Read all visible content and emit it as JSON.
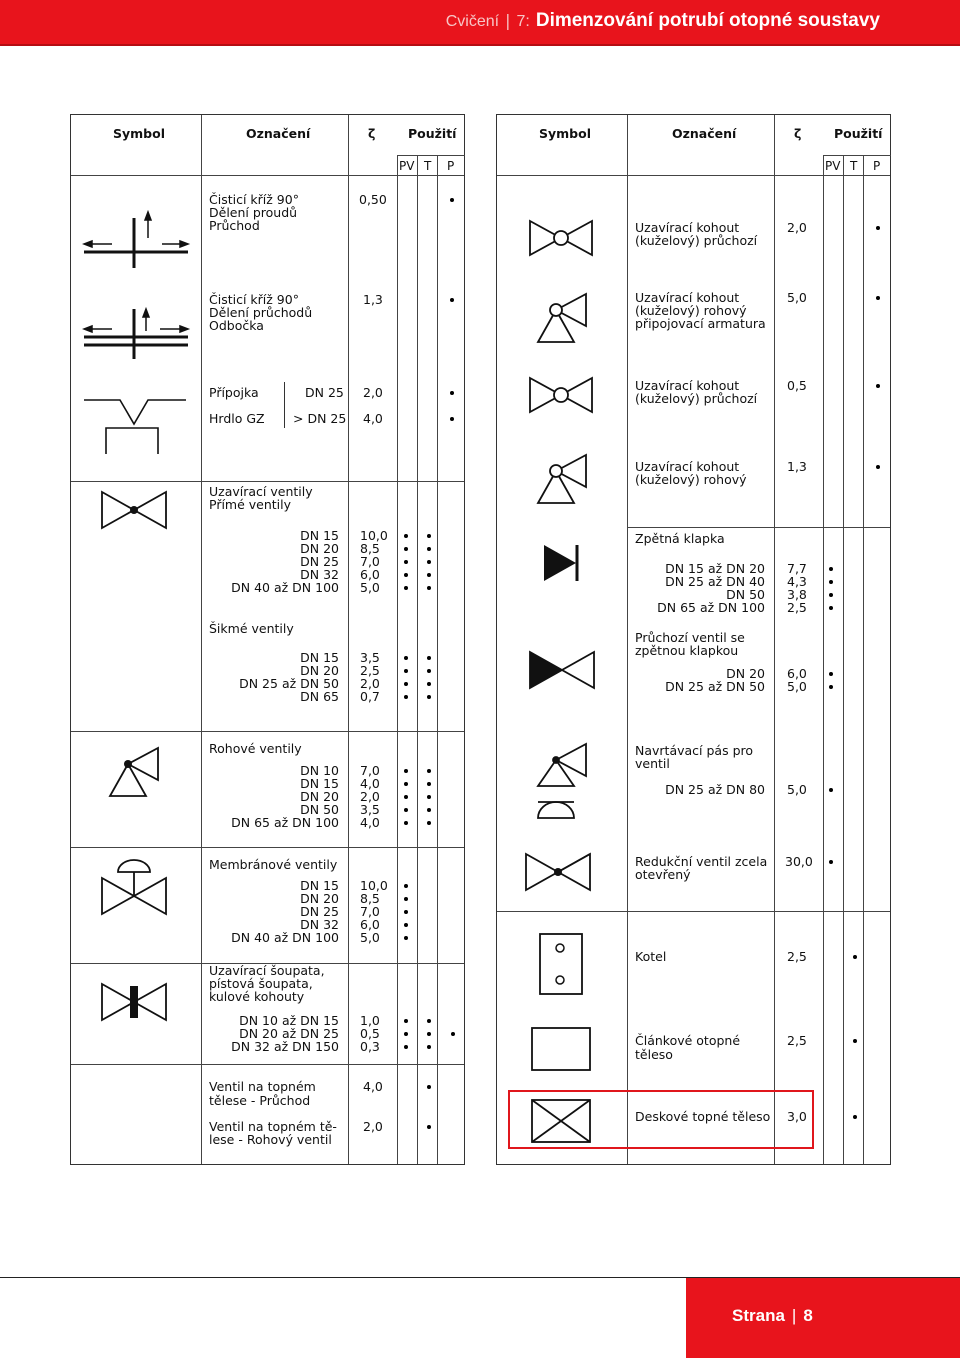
{
  "header": {
    "prefix": "Cvičení",
    "chapter": "7:",
    "title": "Dimenzování potrubí otopné soustavy"
  },
  "footer": {
    "label": "Strana",
    "page": "8"
  },
  "columns": {
    "symbol": "Symbol",
    "designation": "Označení",
    "zeta": "ζ",
    "use": "Použití",
    "pv": "PV",
    "t": "T",
    "p": "P"
  },
  "left": {
    "r1": {
      "l1": "Čisticí kříž 90°",
      "l2": "Dělení proudů",
      "l3": "Průchod",
      "z": "0,50"
    },
    "r2": {
      "l1": "Čisticí kříž 90°",
      "l2": "Dělení průchodů",
      "l3": "Odbočka",
      "z": "1,3"
    },
    "r3": {
      "a": "Přípojka",
      "a_dn": "DN 25",
      "a_z": "2,0",
      "b": "Hrdlo GZ",
      "b_dn": "> DN 25",
      "b_z": "4,0"
    },
    "r4": {
      "l1": "Uzavírací ventily",
      "l2": "Přímé ventily",
      "dn": [
        "DN 15",
        "DN 20",
        "DN 25",
        "DN 32",
        "DN 40 až DN 100"
      ],
      "z": [
        "10,0",
        "8,5",
        "7,0",
        "6,0",
        "5,0"
      ],
      "s": "Šikmé ventily",
      "sdn": [
        "DN 15",
        "DN 20",
        "DN 25 až DN 50",
        "DN 65"
      ],
      "sz": [
        "3,5",
        "2,5",
        "2,0",
        "0,7"
      ]
    },
    "r5": {
      "l1": "Rohové ventily",
      "dn": [
        "DN 10",
        "DN 15",
        "DN 20",
        "DN 50",
        "DN 65 až DN 100"
      ],
      "z": [
        "7,0",
        "4,0",
        "2,0",
        "3,5",
        "4,0"
      ]
    },
    "r6": {
      "l1": "Membránové ventily",
      "dn": [
        "DN 15",
        "DN 20",
        "DN 25",
        "DN 32",
        "DN 40 až DN 100"
      ],
      "z": [
        "10,0",
        "8,5",
        "7,0",
        "6,0",
        "5,0"
      ]
    },
    "r7": {
      "l1": "Uzavírací šoupata,",
      "l2": "pístová šoupata,",
      "l3": "kulové kohouty",
      "dn": [
        "DN 10 až DN 15",
        "DN 20 až DN 25",
        "DN 32 až DN 150"
      ],
      "z": [
        "1,0",
        "0,5",
        "0,3"
      ]
    },
    "r8": {
      "a1": "Ventil na topném",
      "a2": "tělese - Průchod",
      "az": "4,0",
      "b1": "Ventil na topném tě-",
      "b2": "lese - Rohový ventil",
      "bz": "2,0"
    }
  },
  "right": {
    "r1": {
      "l1": "Uzavírací kohout",
      "l2": "(kuželový) průchozí",
      "z": "2,0"
    },
    "r2": {
      "l1": "Uzavírací kohout",
      "l2": "(kuželový) rohový",
      "l3": "připojovací armatura",
      "z": "5,0"
    },
    "r3": {
      "l1": "Uzavírací kohout",
      "l2": "(kuželový) průchozí",
      "z": "0,5"
    },
    "r4": {
      "l1": "Uzavírací kohout",
      "l2": "(kuželový) rohový",
      "z": "1,3"
    },
    "r5": {
      "l1": "Zpětná klapka",
      "dn": [
        "DN 15 až DN 20",
        "DN 25 až DN 40",
        "DN 50",
        "DN 65 až DN 100"
      ],
      "z": [
        "7,7",
        "4,3",
        "3,8",
        "2,5"
      ]
    },
    "r6": {
      "l1": "Průchozí ventil se",
      "l2": "zpětnou klapkou",
      "dn": [
        "DN 20",
        "DN 25 až DN 50"
      ],
      "z": [
        "6,0",
        "5,0"
      ]
    },
    "r7": {
      "l1": "Navrtávací pás pro",
      "l2": "ventil",
      "dn": "DN 25 až DN 80",
      "z": "5,0"
    },
    "r8": {
      "l1": "Redukční ventil zcela",
      "l2": "otevřený",
      "z": "30,0"
    },
    "r9": {
      "l1": "Kotel",
      "z": "2,5"
    },
    "r10": {
      "l1": "Článkové otopné",
      "l2": "těleso",
      "z": "2,5"
    },
    "r11": {
      "l1": "Deskové topné těleso",
      "z": "3,0"
    }
  }
}
